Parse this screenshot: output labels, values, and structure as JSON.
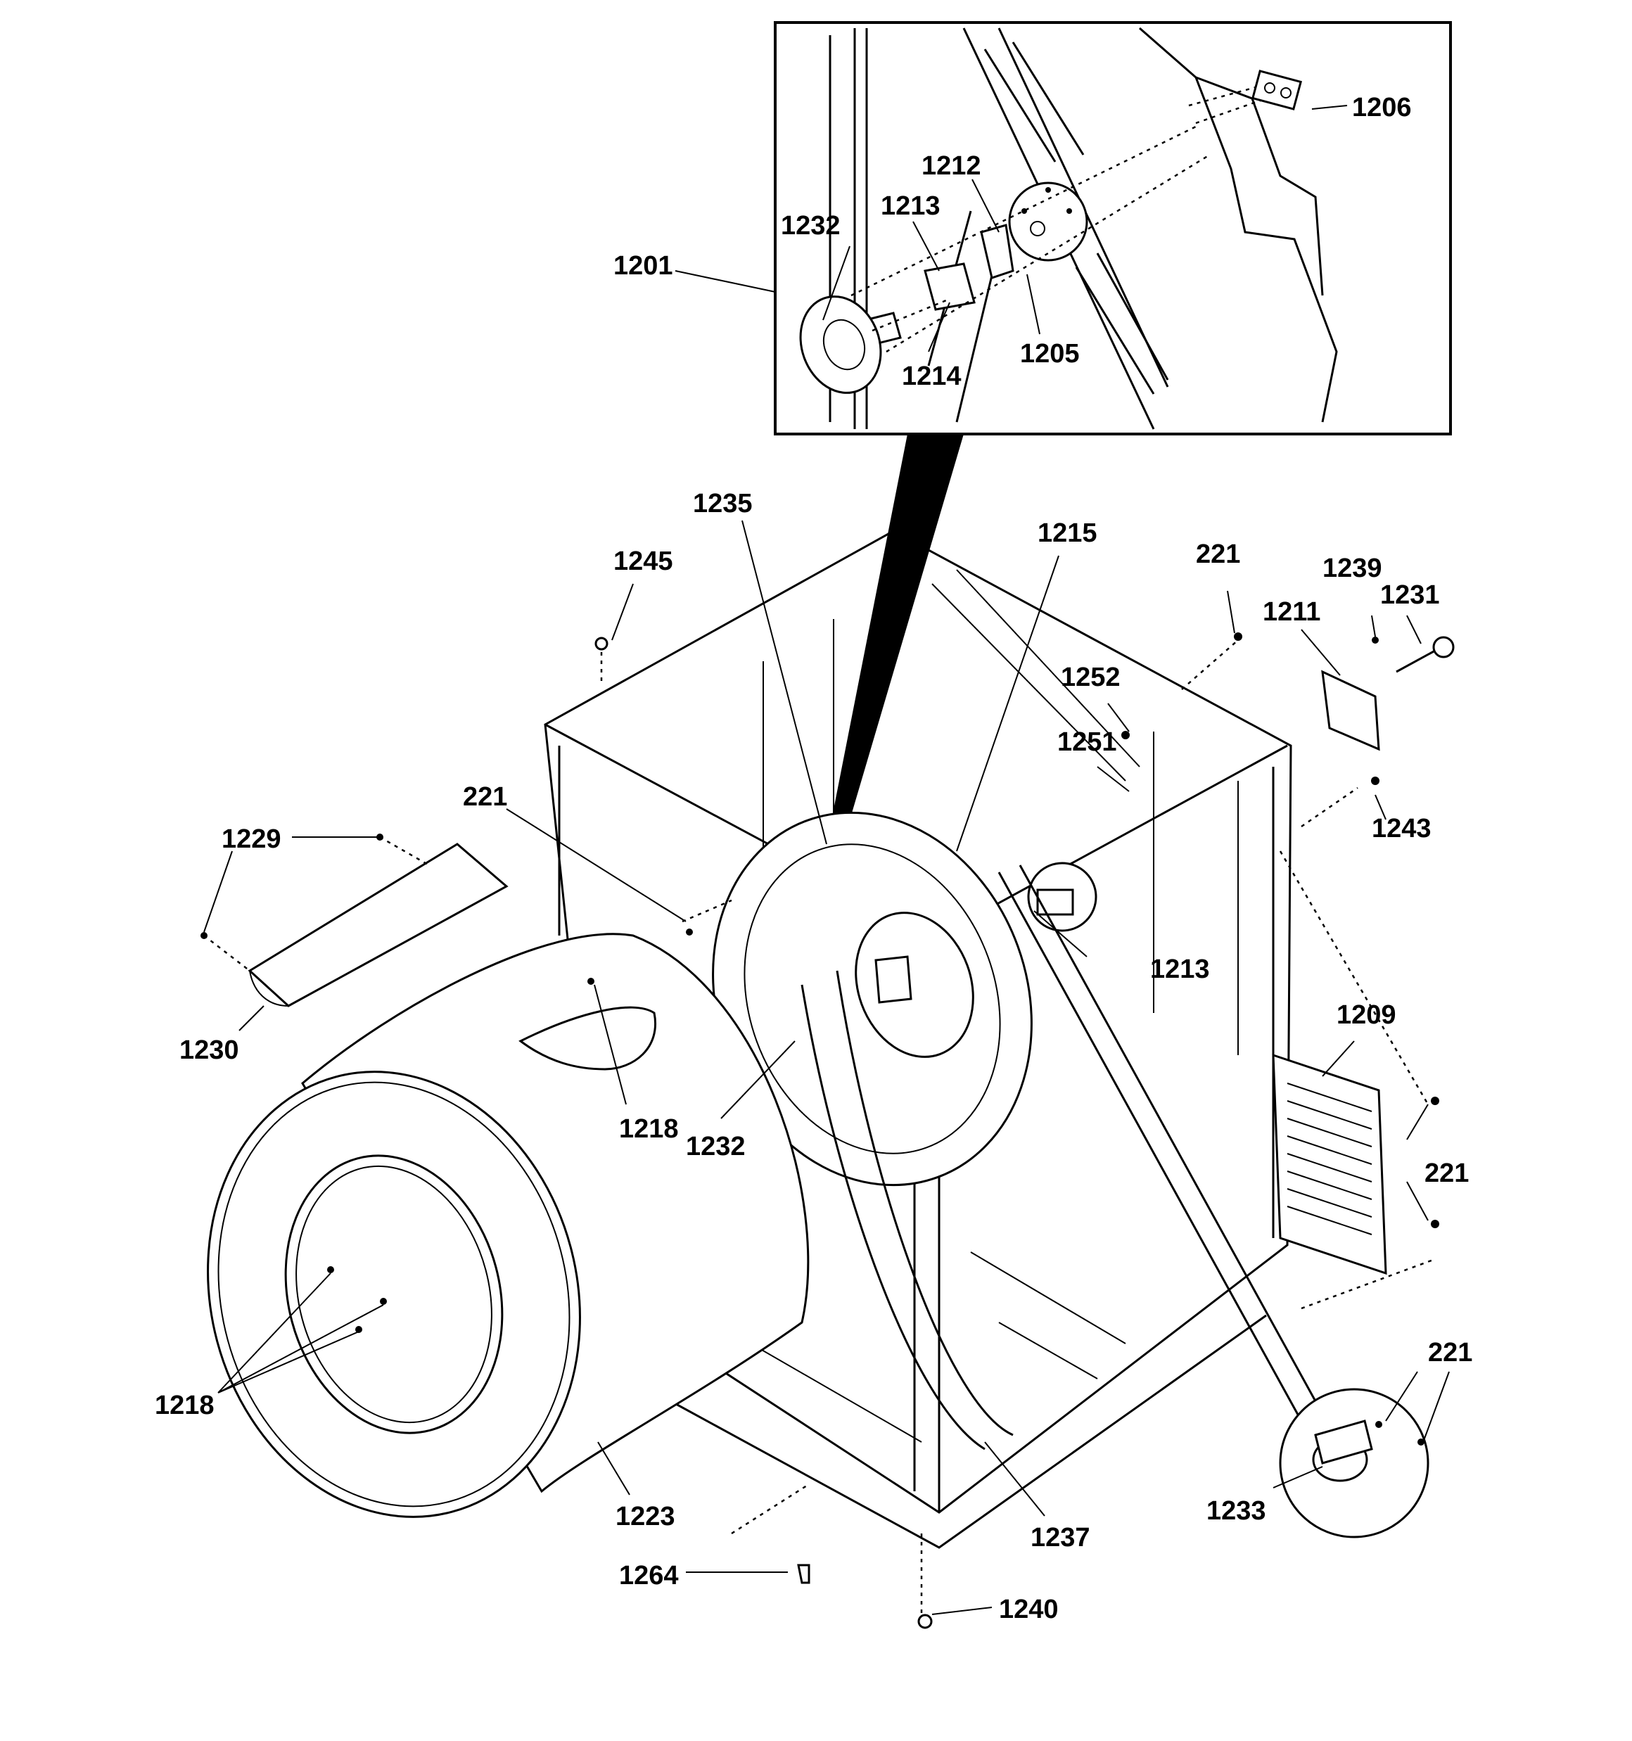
{
  "diagram": {
    "type": "exploded-parts-diagram",
    "labels": {
      "p1201": "1201",
      "p1206": "1206",
      "p1212": "1212",
      "p1213_inset": "1213",
      "p1232_inset": "1232",
      "p1214": "1214",
      "p1205": "1205",
      "p1235": "1235",
      "p1215": "1215",
      "p221_top": "221",
      "p1239": "1239",
      "p1231": "1231",
      "p1211": "1211",
      "p1245": "1245",
      "p1252": "1252",
      "p1251": "1251",
      "p1243": "1243",
      "p221_left": "221",
      "p1229": "1229",
      "p1230": "1230",
      "p1213": "1213",
      "p1209": "1209",
      "p1218_upper": "1218",
      "p1232": "1232",
      "p221_right": "221",
      "p1218_lower": "1218",
      "p221_bottom": "221",
      "p1223": "1223",
      "p1237": "1237",
      "p1233": "1233",
      "p1264": "1264",
      "p1240": "1240"
    }
  }
}
